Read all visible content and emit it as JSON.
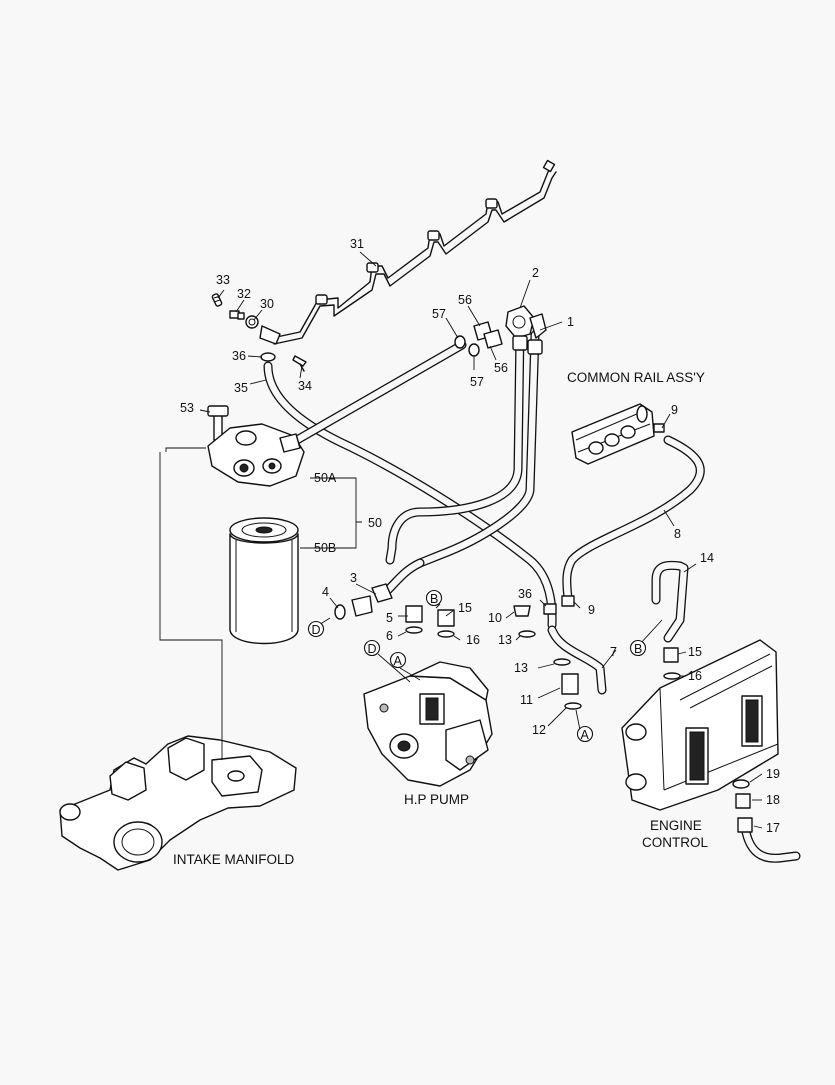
{
  "labels": {
    "common_rail": "COMMON RAIL ASS'Y",
    "hp_pump": "H.P PUMP",
    "intake_manifold": "INTAKE MANIFOLD",
    "engine_control_line1": "ENGINE",
    "engine_control_line2": "CONTROL"
  },
  "callouts": {
    "n1": "1",
    "n2": "2",
    "n3": "3",
    "n4": "4",
    "n5": "5",
    "n6": "6",
    "n7": "7",
    "n8": "8",
    "n9a": "9",
    "n9b": "9",
    "n10": "10",
    "n11": "11",
    "n12": "12",
    "n13a": "13",
    "n13b": "13",
    "n14": "14",
    "n15a": "15",
    "n15b": "15",
    "n16a": "16",
    "n16b": "16",
    "n17": "17",
    "n18": "18",
    "n19": "19",
    "n30": "30",
    "n31": "31",
    "n32": "32",
    "n33": "33",
    "n34": "34",
    "n35": "35",
    "n36a": "36",
    "n36b": "36",
    "n50": "50",
    "n50a": "50A",
    "n50b": "50B",
    "n53": "53",
    "n56a": "56",
    "n56b": "56",
    "n57a": "57",
    "n57b": "57"
  },
  "refs": {
    "D1": "D",
    "B1": "B",
    "D2": "D",
    "A1": "A",
    "A2": "A",
    "B2": "B"
  }
}
